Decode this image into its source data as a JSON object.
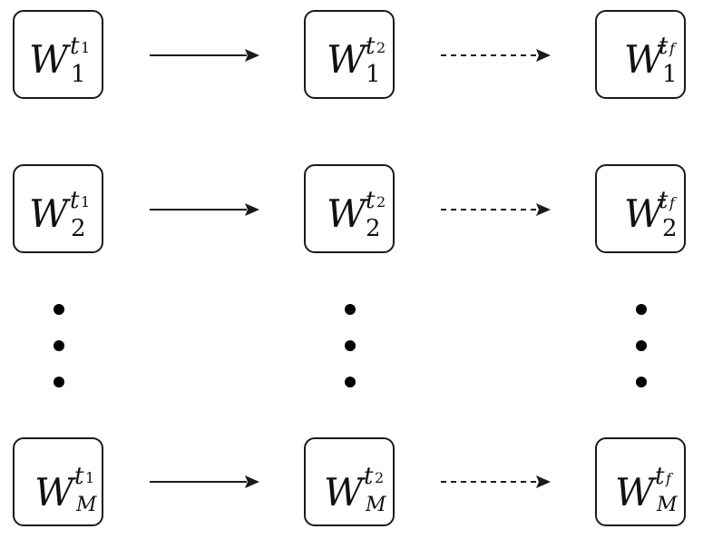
{
  "rows": [
    {
      "nodes": [
        {
          "base": "W",
          "sup": "t",
          "sup_sub": "1",
          "sub": "1"
        },
        {
          "base": "W",
          "sup": "t",
          "sup_sub": "2",
          "sub": "1"
        },
        {
          "base": "W",
          "sup": "t",
          "sup_sub": "f",
          "sub": "1"
        }
      ]
    },
    {
      "nodes": [
        {
          "base": "W",
          "sup": "t",
          "sup_sub": "1",
          "sub": "2"
        },
        {
          "base": "W",
          "sup": "t",
          "sup_sub": "2",
          "sub": "2"
        },
        {
          "base": "W",
          "sup": "t",
          "sup_sub": "f",
          "sub": "2"
        }
      ]
    },
    {
      "nodes": [
        {
          "base": "W",
          "sup": "t",
          "sup_sub": "1",
          "sub": "M"
        },
        {
          "base": "W",
          "sup": "t",
          "sup_sub": "2",
          "sub": "M"
        },
        {
          "base": "W",
          "sup": "t",
          "sup_sub": "f",
          "sub": "M"
        }
      ]
    }
  ],
  "connectors": {
    "first": "solid",
    "second": "dashed"
  },
  "colors": {
    "stroke": "#1a1a1a",
    "text": "#111111"
  }
}
